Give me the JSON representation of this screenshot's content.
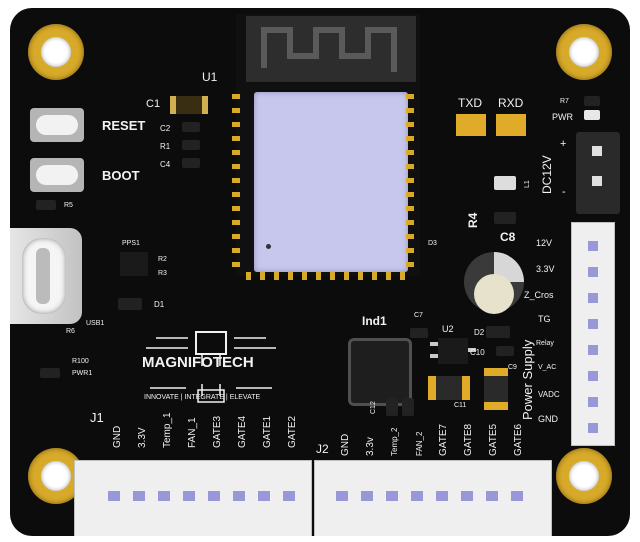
{
  "board": {
    "colors": {
      "solder_mask": "#0c0c0c",
      "gold": "#d8aa2a",
      "silk": "#f2f2f2",
      "shield": "#c7c7ee",
      "pin": "#9898d8"
    }
  },
  "module": {
    "ref": "U1"
  },
  "buttons": {
    "reset": "RESET",
    "boot": "BOOT"
  },
  "refs": {
    "c1": "C1",
    "c2": "C2",
    "r1": "R1",
    "c4": "C4",
    "r5": "R5",
    "pps": "PPS1",
    "r2": "R2",
    "r3": "R3",
    "d1": "D1",
    "r6": "R6",
    "usb": "USB1",
    "r100": "R100",
    "pwr1": "PWR1",
    "l1": "L1",
    "r4": "R4",
    "c8": "C8",
    "d3": "D3",
    "c7": "C7",
    "u2": "U2",
    "d2": "D2",
    "c10": "C10",
    "c12": "C12",
    "c11": "C11",
    "c9": "C9",
    "ind1": "Ind1",
    "r7": "R7",
    "j1": "J1",
    "j2": "J2"
  },
  "leds": {
    "txd": "TXD",
    "rxd": "RXD",
    "pwr": "PWR"
  },
  "power_in": {
    "label": "DC12V",
    "plus": "+",
    "minus": "-"
  },
  "logo": {
    "name": "MAGNIFOTECH",
    "tagline": "INNOVATE  |  INTEGRATE  |  ELEVATE"
  },
  "side_connector": {
    "title": "Power Supply",
    "pins": [
      "12V",
      "3.3V",
      "Z_Cros",
      "TG",
      "Relay",
      "V_AC",
      "VADC",
      "GND"
    ]
  },
  "j1": {
    "pins": [
      "GND",
      "3.3V",
      "Temp_1",
      "FAN_1",
      "GATE3",
      "GATE4",
      "GATE1",
      "GATE2"
    ]
  },
  "j2": {
    "pins": [
      "GND",
      "3.3v",
      "Temp_2",
      "FAN_2",
      "GATE7",
      "GATE8",
      "GATE5",
      "GATE6"
    ]
  }
}
